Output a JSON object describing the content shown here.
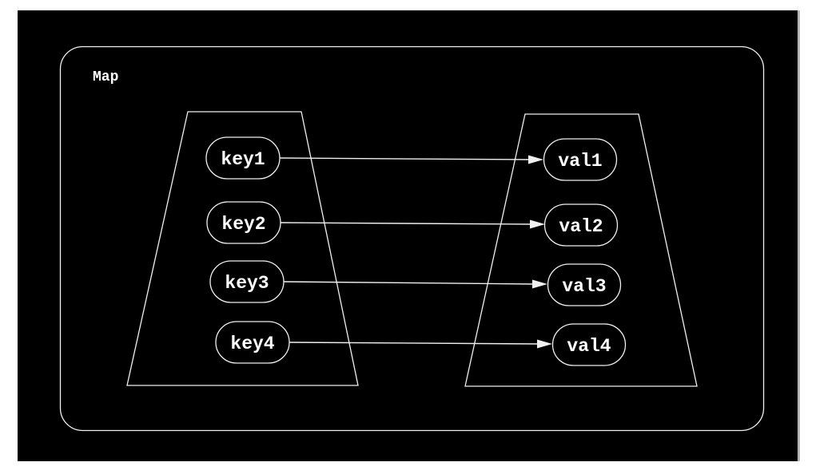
{
  "diagram": {
    "title": "Map",
    "entries": [
      {
        "key": "key1",
        "value": "val1"
      },
      {
        "key": "key2",
        "value": "val2"
      },
      {
        "key": "key3",
        "value": "val3"
      },
      {
        "key": "key4",
        "value": "val4"
      }
    ],
    "colors": {
      "page_background": "#ffffff",
      "diagram_background": "#000000",
      "stroke": "#f0f0f0",
      "text": "#ffffff",
      "edge_divider": "#9b9b9b"
    }
  }
}
